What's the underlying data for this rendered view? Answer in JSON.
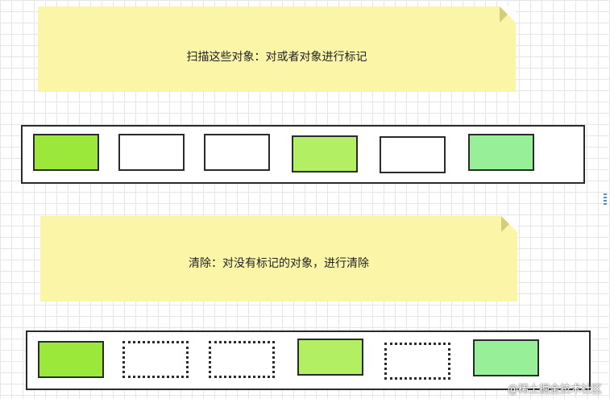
{
  "notes": {
    "scan": "扫描这些对象：对或者对象进行标记",
    "sweep": "清除：对没有标记的对象，进行清除"
  },
  "colors": {
    "note_fill": "#fbf5a8",
    "note_fold": "#d3cc7a",
    "grid_line": "#e6e6e6",
    "border": "#2b2b2b",
    "marked_green": "#9be83a",
    "marked_light_green": "#b3ef63",
    "marked_mint": "#97ef97",
    "unmarked": "#ffffff"
  },
  "row1_objects": [
    {
      "state": "marked",
      "color": "#9be83a"
    },
    {
      "state": "unmarked",
      "color": "#ffffff"
    },
    {
      "state": "unmarked",
      "color": "#ffffff"
    },
    {
      "state": "marked",
      "color": "#b3ef63"
    },
    {
      "state": "unmarked",
      "color": "#ffffff"
    },
    {
      "state": "marked",
      "color": "#97ef97"
    }
  ],
  "row2_objects": [
    {
      "state": "kept",
      "color": "#9be83a"
    },
    {
      "state": "cleared",
      "color": "#ffffff"
    },
    {
      "state": "cleared",
      "color": "#ffffff"
    },
    {
      "state": "kept",
      "color": "#b3ef63"
    },
    {
      "state": "cleared",
      "color": "#ffffff"
    },
    {
      "state": "kept",
      "color": "#97ef97"
    }
  ],
  "watermark": "@稀土掘金技术社区"
}
